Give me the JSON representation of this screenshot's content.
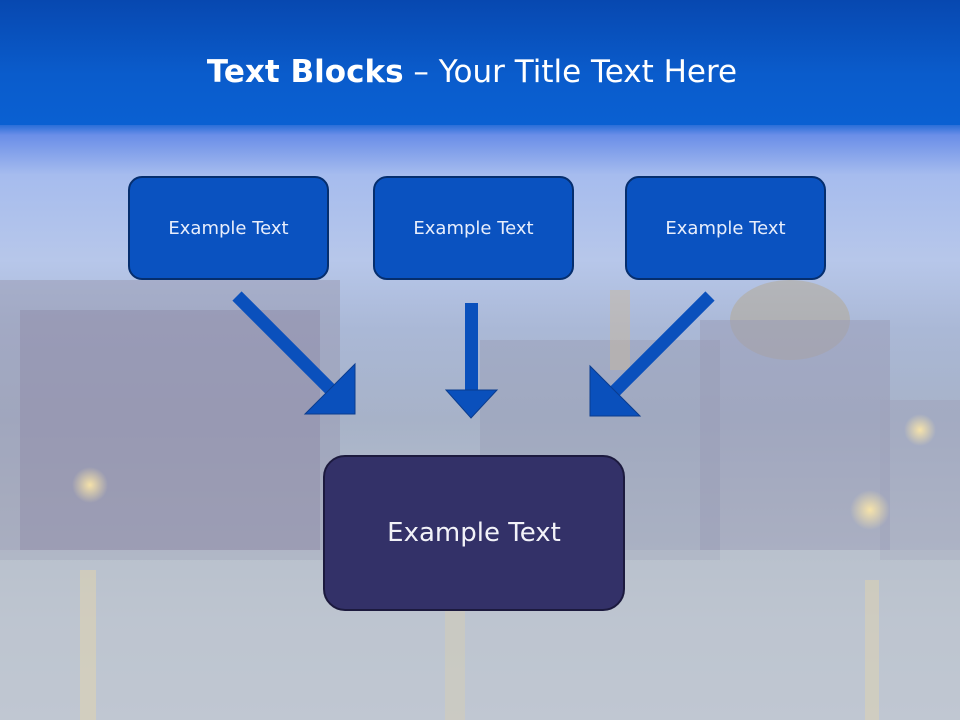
{
  "slide": {
    "title_bold": "Text Blocks",
    "title_dash": " – ",
    "title_regular": "Your Title Text Here"
  },
  "diagram": {
    "top_blocks": [
      {
        "label": "Example Text"
      },
      {
        "label": "Example Text"
      },
      {
        "label": "Example Text"
      }
    ],
    "bottom_block": {
      "label": "Example Text"
    },
    "arrows": [
      {
        "from": "top_blocks.0",
        "to": "bottom_block",
        "direction": "down-right"
      },
      {
        "from": "top_blocks.1",
        "to": "bottom_block",
        "direction": "down"
      },
      {
        "from": "top_blocks.2",
        "to": "bottom_block",
        "direction": "down-left"
      }
    ]
  },
  "colors": {
    "header": "#0a5ccc",
    "top_block_fill": "#0a52c0",
    "top_block_border": "#052e6e",
    "bottom_block_fill": "#333168",
    "arrow": "#0a50bc"
  }
}
